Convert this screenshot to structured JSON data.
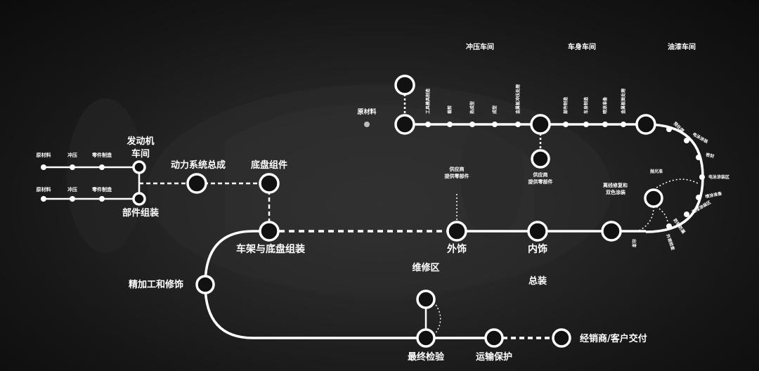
{
  "workshops": {
    "stamping": "冲压车间",
    "body": "车身车间",
    "paint": "油漆车间"
  },
  "top_line": {
    "raw_material": "原材料",
    "stamping_steps": [
      "工具模具制造",
      "裁剪",
      "热成型",
      "成型",
      "金属板冲压处理"
    ],
    "body_steps": [
      "部件制造",
      "车身制造",
      "喷涂准备",
      "金属板面处理"
    ]
  },
  "paint_steps": [
    "预处理",
    "电泳涂装",
    "密封",
    "电泳涂装区",
    "喷涂准备",
    "面漆涂装区"
  ],
  "paint_extra": {
    "inspection": "抛光准",
    "repair": "离线修复和",
    "repair2": "双色涂装",
    "exit_label_a": "防锈防漏",
    "exit_label_b": "外观检查"
  },
  "supplier": {
    "line1": "供应商",
    "line2": "提供零部件"
  },
  "engine": {
    "title_line1": "发动机",
    "title_line2": "车间",
    "steps": [
      "原材料",
      "冲压",
      "零件制造"
    ],
    "parts_assembly": "部件组装"
  },
  "assembly": {
    "powertrain": "动力系统总成",
    "chassis_parts": "底盘组件",
    "frame_chassis": "车架与底盘组装",
    "exterior": "外饰",
    "interior": "内饰",
    "general": "总装",
    "paint_exit": "出漆",
    "finishing": "精加工和修饰",
    "repair_area": "维修区",
    "final_inspection": "最终检验",
    "transport": "运输保护",
    "dealer": "经销商/客户交付"
  }
}
